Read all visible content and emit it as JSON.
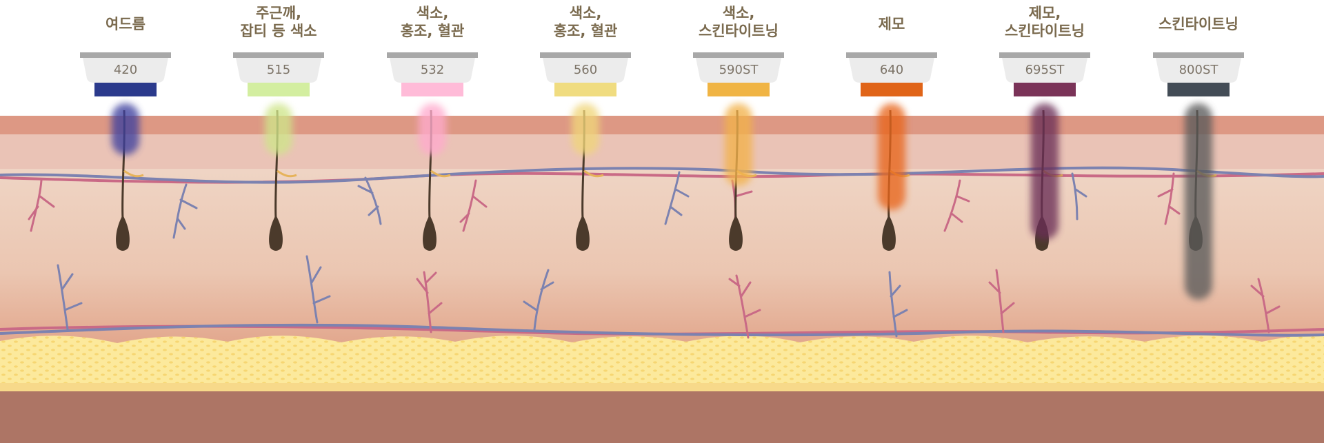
{
  "columns": [
    {
      "label_lines": [
        "여드름"
      ],
      "wavelength": "420",
      "filter_color": "#2b3a8c",
      "beam_color": "#3c3f9e",
      "beam_depth": "shallow"
    },
    {
      "label_lines": [
        "주근깨,",
        "잡티 등 색소"
      ],
      "wavelength": "515",
      "filter_color": "#d3eea0",
      "beam_color": "#cfe58a",
      "beam_depth": "shallow"
    },
    {
      "label_lines": [
        "색소,",
        "홍조, 혈관"
      ],
      "wavelength": "532",
      "filter_color": "#ffbbd8",
      "beam_color": "#ffaacd",
      "beam_depth": "shallow"
    },
    {
      "label_lines": [
        "색소,",
        "홍조, 혈관"
      ],
      "wavelength": "560",
      "filter_color": "#f0dc80",
      "beam_color": "#f0d67a",
      "beam_depth": "shallow"
    },
    {
      "label_lines": [
        "색소,",
        "스킨타이트닝"
      ],
      "wavelength": "590ST",
      "filter_color": "#f0b444",
      "beam_color": "#f2b24c",
      "beam_depth": "medium"
    },
    {
      "label_lines": [
        "제모"
      ],
      "wavelength": "640",
      "filter_color": "#e06418",
      "beam_color": "#e8661e",
      "beam_depth": "medium-deep"
    },
    {
      "label_lines": [
        "제모,",
        "스킨타이트닝"
      ],
      "wavelength": "695ST",
      "filter_color": "#7a3358",
      "beam_color": "#6a2f56",
      "beam_depth": "deep"
    },
    {
      "label_lines": [
        "스킨타이트닝"
      ],
      "wavelength": "800ST",
      "filter_color": "#434c56",
      "beam_color": "#5a5a5a",
      "beam_depth": "deepest"
    }
  ],
  "colors": {
    "epidermis_top": "#dd9884",
    "epidermis_light": "#eac3b6",
    "dermis": "#efd2c1",
    "dermis_deep": "#e4ad94",
    "fat": "#fce99c",
    "fat_dots": "#f5d36b",
    "muscle": "#ad7565",
    "vein": "#7c82b0",
    "artery": "#c96a86",
    "hair": "#4b3a2b",
    "filter_cap": "#a8a8a8",
    "filter_body": "#ececec",
    "label_text": "#7a6a4e"
  }
}
